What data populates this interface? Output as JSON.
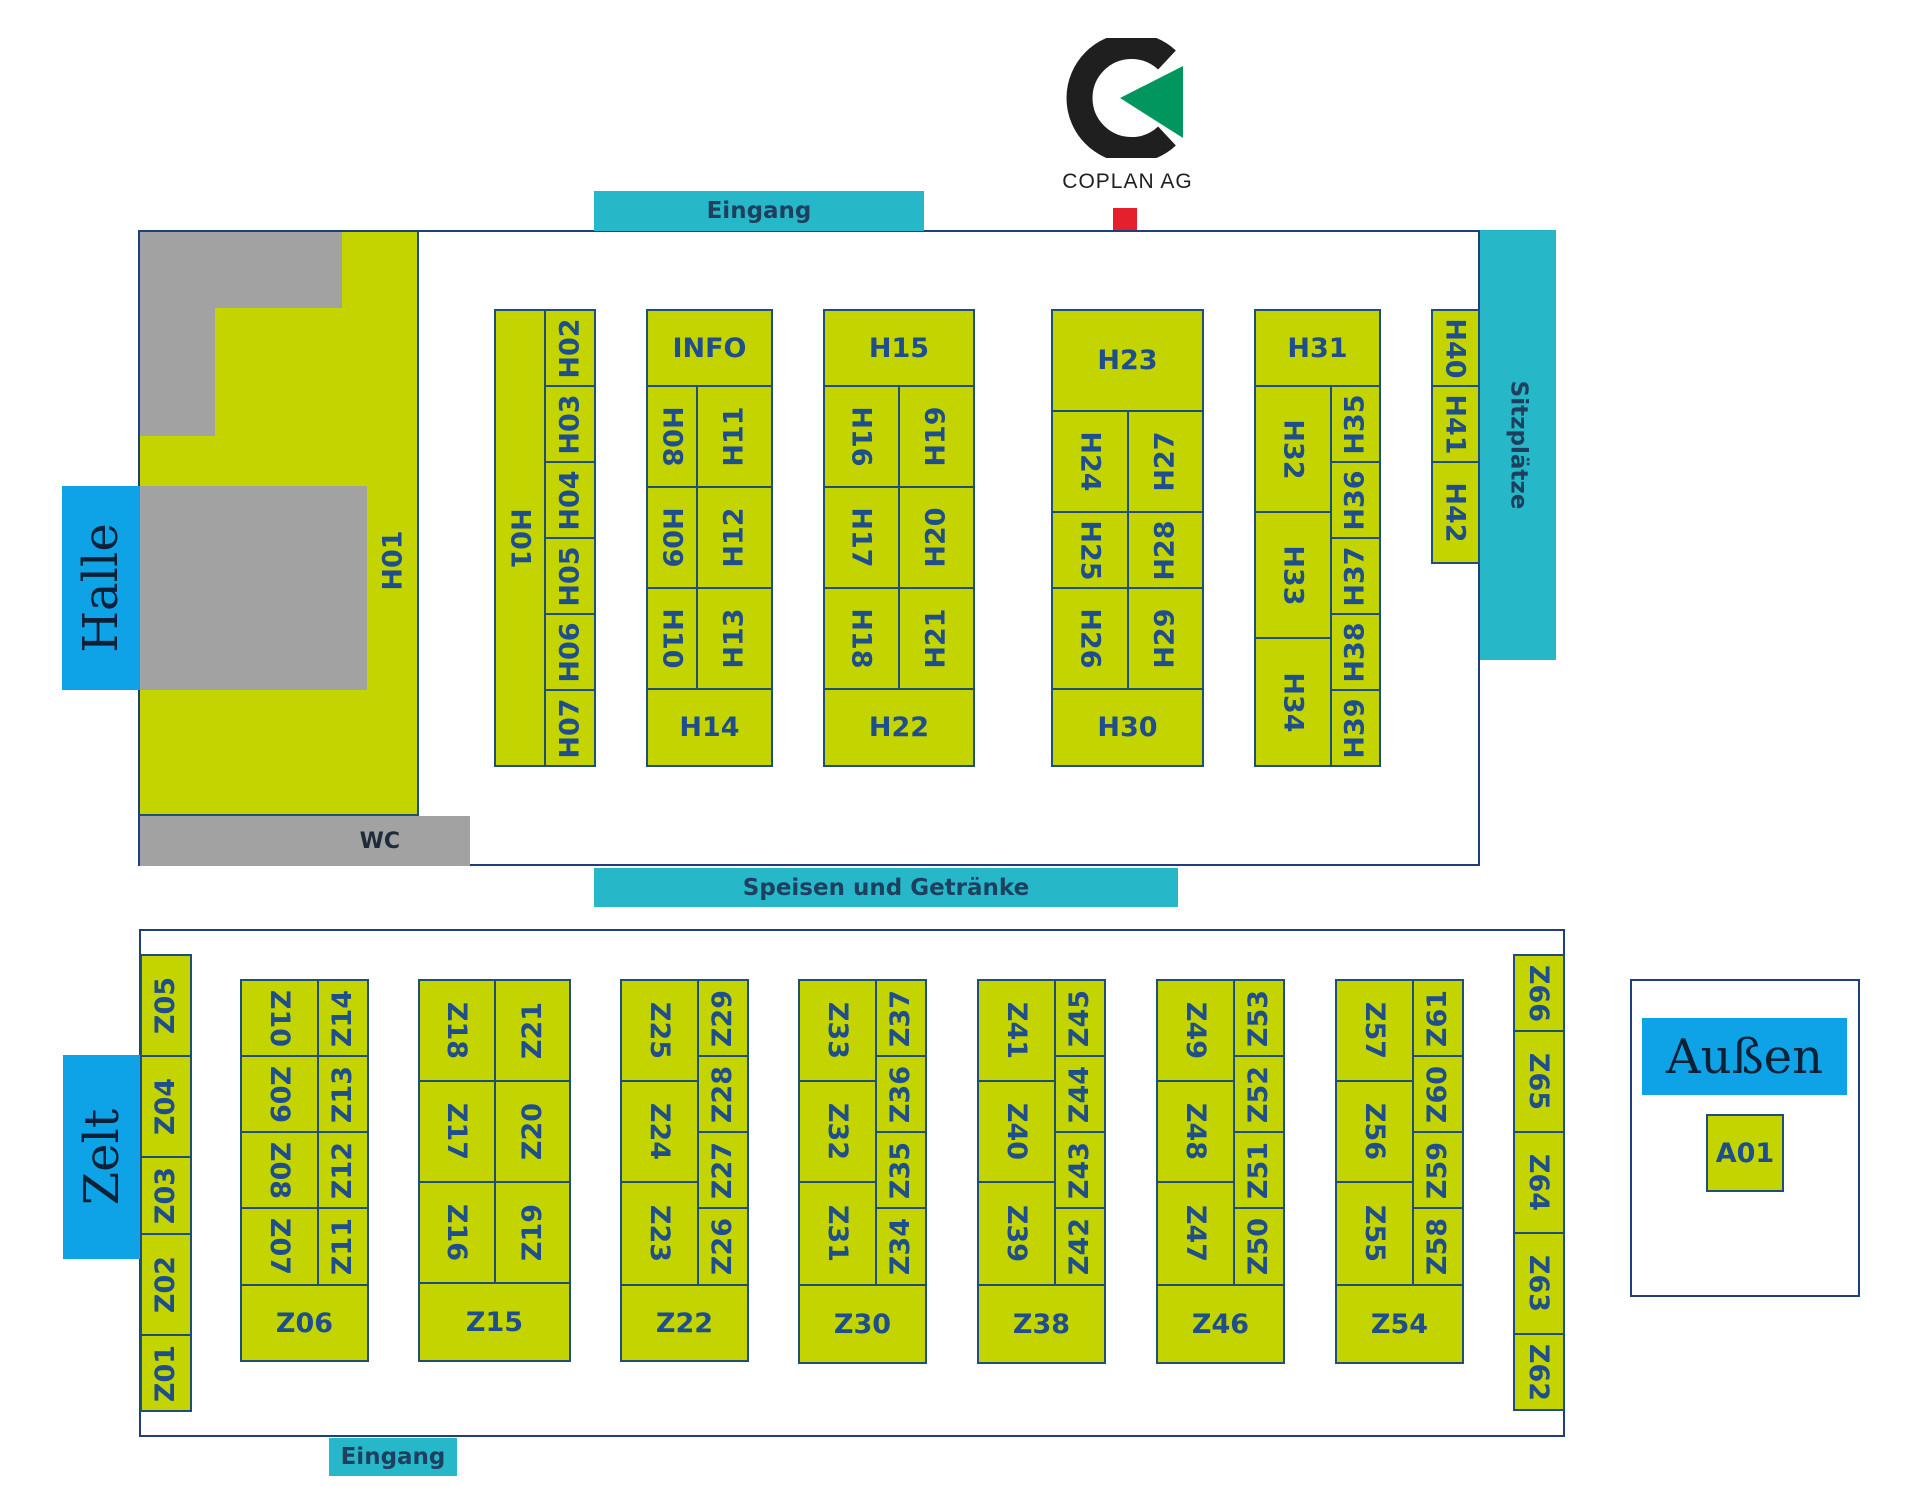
{
  "logo": {
    "name": "COPLAN AG",
    "colors": {
      "dark": "#1f1f1f",
      "green": "#00965e"
    }
  },
  "marker": {
    "color": "#e3202b",
    "points_to": "H23"
  },
  "areas": {
    "halle": "Halle",
    "zelt": "Zelt",
    "aussen": "Außen",
    "eingang_top": "Eingang",
    "eingang_bottom": "Eingang",
    "sitzplaetze": "Sitzplätze",
    "speisen": "Speisen und Getränke",
    "wc": "WC"
  },
  "colors": {
    "stand_fill": "#c3d400",
    "stand_text": "#1f4e8c",
    "area_blue": "#0ea2e6",
    "area_teal": "#26b8c8",
    "gray": "#a2a2a2"
  },
  "stands": {
    "H01": "H01",
    "H02": "H02",
    "H03": "H03",
    "H04": "H04",
    "H05": "H05",
    "H06": "H06",
    "H07": "H07",
    "INFO": "INFO",
    "H08": "H08",
    "H09": "H09",
    "H10": "H10",
    "H11": "H11",
    "H12": "H12",
    "H13": "H13",
    "H14": "H14",
    "H15": "H15",
    "H16": "H16",
    "H17": "H17",
    "H18": "H18",
    "H19": "H19",
    "H20": "H20",
    "H21": "H21",
    "H22": "H22",
    "H23": "H23",
    "H24": "H24",
    "H25": "H25",
    "H26": "H26",
    "H27": "H27",
    "H28": "H28",
    "H29": "H29",
    "H30": "H30",
    "H31": "H31",
    "H32": "H32",
    "H33": "H33",
    "H34": "H34",
    "H35": "H35",
    "H36": "H36",
    "H37": "H37",
    "H38": "H38",
    "H39": "H39",
    "H40": "H40",
    "H41": "H41",
    "H42": "H42",
    "Z01": "Z01",
    "Z02": "Z02",
    "Z03": "Z03",
    "Z04": "Z04",
    "Z05": "Z05",
    "Z06": "Z06",
    "Z07": "Z07",
    "Z08": "Z08",
    "Z09": "Z09",
    "Z10": "Z10",
    "Z11": "Z11",
    "Z12": "Z12",
    "Z13": "Z13",
    "Z14": "Z14",
    "Z15": "Z15",
    "Z16": "Z16",
    "Z17": "Z17",
    "Z18": "Z18",
    "Z19": "Z19",
    "Z20": "Z20",
    "Z21": "Z21",
    "Z22": "Z22",
    "Z23": "Z23",
    "Z24": "Z24",
    "Z25": "Z25",
    "Z26": "Z26",
    "Z27": "Z27",
    "Z28": "Z28",
    "Z29": "Z29",
    "Z30": "Z30",
    "Z31": "Z31",
    "Z32": "Z32",
    "Z33": "Z33",
    "Z34": "Z34",
    "Z35": "Z35",
    "Z36": "Z36",
    "Z37": "Z37",
    "Z38": "Z38",
    "Z39": "Z39",
    "Z40": "Z40",
    "Z41": "Z41",
    "Z42": "Z42",
    "Z43": "Z43",
    "Z44": "Z44",
    "Z45": "Z45",
    "Z46": "Z46",
    "Z47": "Z47",
    "Z48": "Z48",
    "Z49": "Z49",
    "Z50": "Z50",
    "Z51": "Z51",
    "Z52": "Z52",
    "Z53": "Z53",
    "Z54": "Z54",
    "Z55": "Z55",
    "Z56": "Z56",
    "Z57": "Z57",
    "Z58": "Z58",
    "Z59": "Z59",
    "Z60": "Z60",
    "Z61": "Z61",
    "Z62": "Z62",
    "Z63": "Z63",
    "Z64": "Z64",
    "Z65": "Z65",
    "Z66": "Z66",
    "A01": "A01"
  }
}
